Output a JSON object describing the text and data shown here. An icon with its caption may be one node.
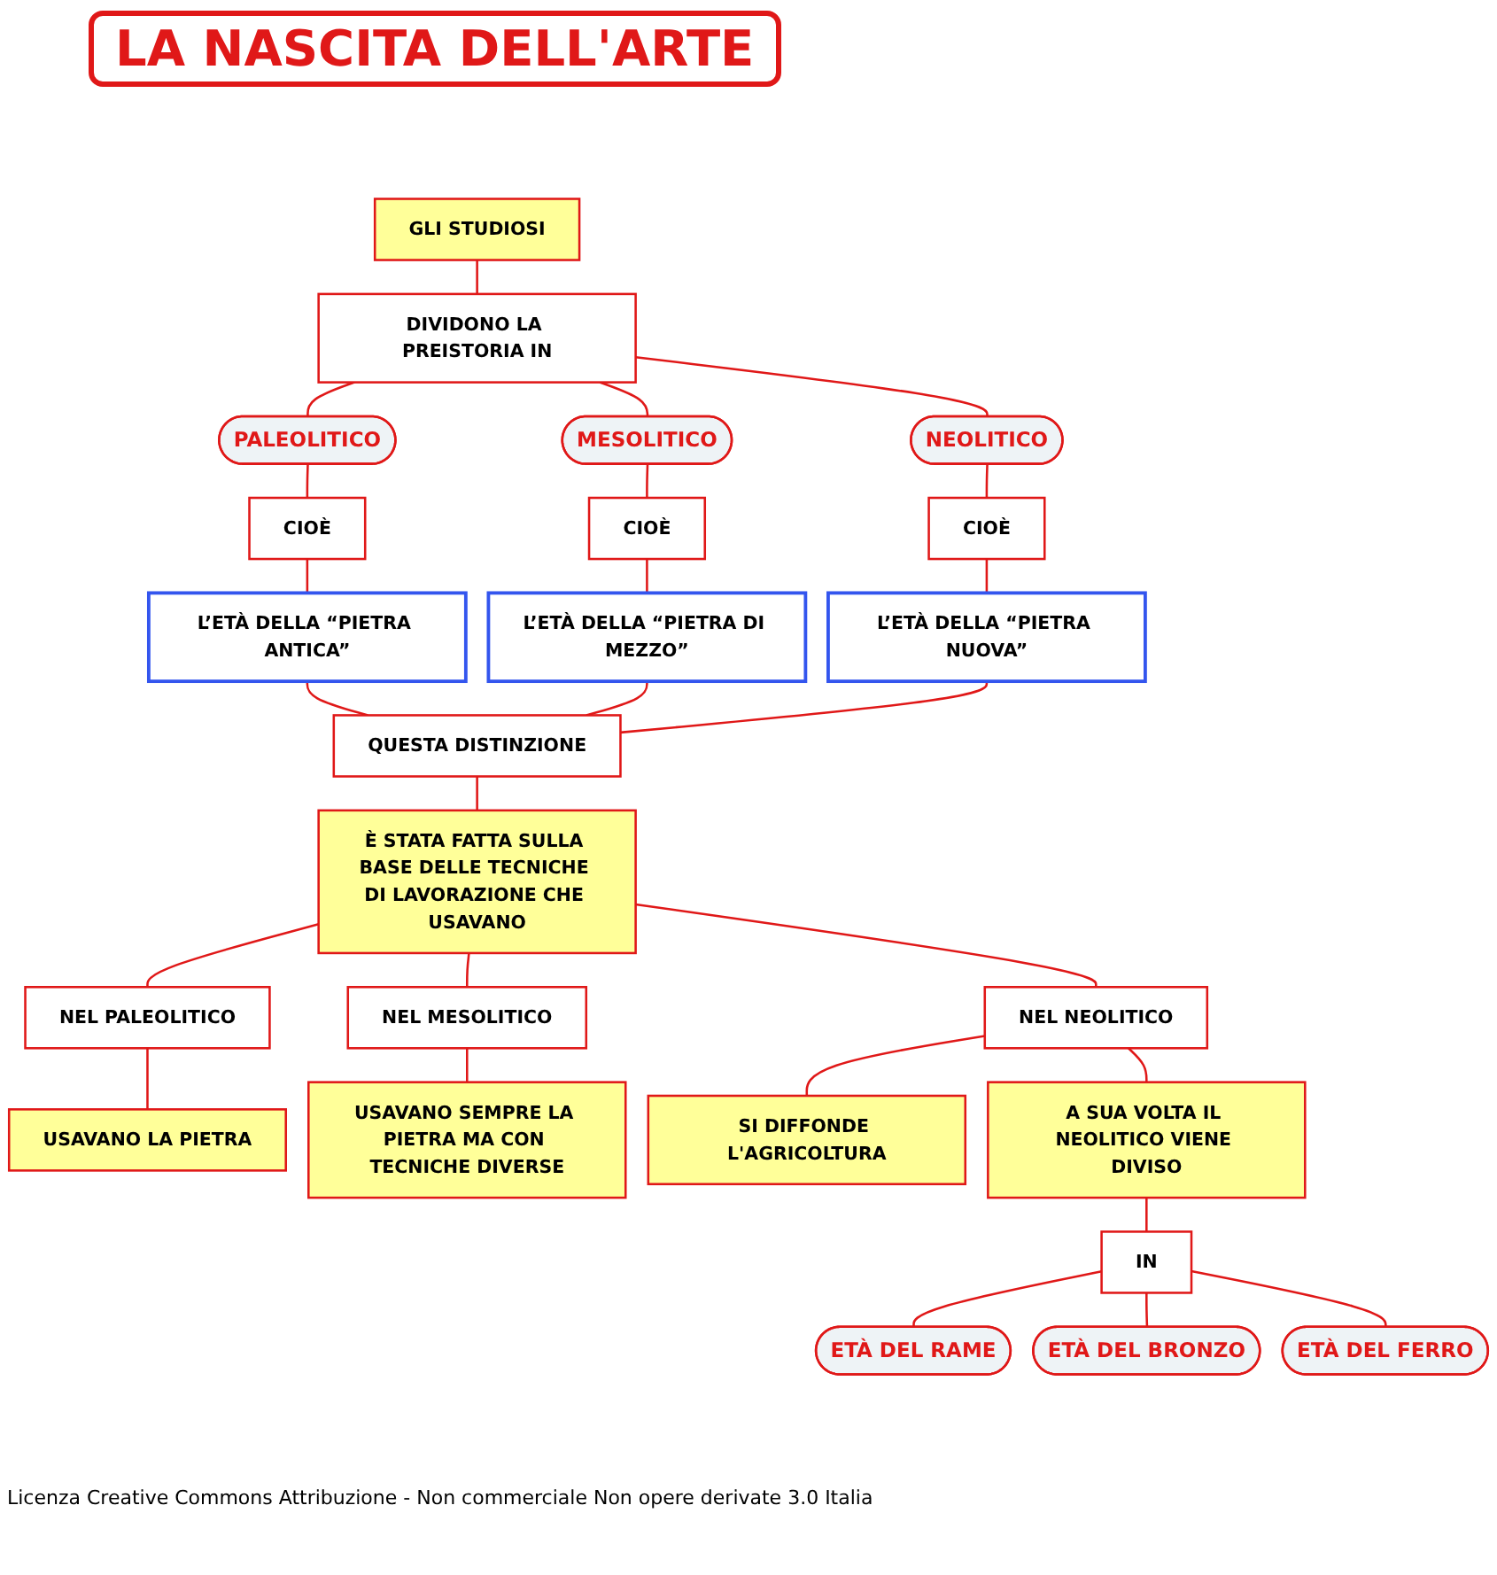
{
  "diagram": {
    "title": "LA NASCITA DELL'ARTE",
    "nodes": [
      {
        "text": [
          "GLI STUDIOSI"
        ]
      },
      {
        "text": [
          "DIVIDONO LA PREISTORIA IN"
        ]
      },
      {
        "text": [
          "PALEOLITICO"
        ]
      },
      {
        "text": [
          "MESOLITICO"
        ]
      },
      {
        "text": [
          "NEOLITICO"
        ]
      },
      {
        "text": [
          "CIOÈ"
        ]
      },
      {
        "text": [
          "CIOÈ"
        ]
      },
      {
        "text": [
          "CIOÈ"
        ]
      },
      {
        "text": [
          "L’ETÀ DELLA “PIETRA ANTICA”"
        ]
      },
      {
        "text": [
          "L’ETÀ DELLA “PIETRA DI MEZZO”"
        ]
      },
      {
        "text": [
          "L’ETÀ DELLA “PIETRA NUOVA”"
        ]
      },
      {
        "text": [
          "QUESTA DISTINZIONE"
        ]
      },
      {
        "text": [
          "È STATA FATTA SULLA BASE DELLE TECNICHE DI LAVORAZIONE CHE USAVANO"
        ]
      },
      {
        "text": [
          "NEL PALEOLITICO"
        ]
      },
      {
        "text": [
          "NEL MESOLITICO"
        ]
      },
      {
        "text": [
          "NEL NEOLITICO"
        ]
      },
      {
        "text": [
          "USAVANO LA PIETRA"
        ]
      },
      {
        "text": [
          "USAVANO SEMPRE LA PIETRA MA CON TECNICHE DIVERSE"
        ]
      },
      {
        "text": [
          "SI DIFFONDE L'AGRICOLTURA"
        ]
      },
      {
        "text": [
          "A SUA VOLTA IL NEOLITICO VIENE DIVISO"
        ]
      },
      {
        "text": [
          "IN"
        ]
      },
      {
        "text": [
          "ETÀ DEL RAME"
        ]
      },
      {
        "text": [
          "ETÀ DEL BRONZO"
        ]
      },
      {
        "text": [
          "ETÀ DEL FERRO"
        ]
      }
    ],
    "edges": [
      {
        "from": 0,
        "to": 1,
        "arrow": "none"
      },
      {
        "from": 1,
        "to": 2,
        "arrow": "none"
      },
      {
        "from": 1,
        "to": 3,
        "arrow": "none"
      },
      {
        "from": 1,
        "to": 4,
        "arrow": "none"
      },
      {
        "from": 2,
        "to": 5,
        "arrow": "none"
      },
      {
        "from": 3,
        "to": 6,
        "arrow": "none"
      },
      {
        "from": 4,
        "to": 7,
        "arrow": "none"
      },
      {
        "from": 5,
        "to": 8,
        "arrow": "none"
      },
      {
        "from": 6,
        "to": 9,
        "arrow": "none"
      },
      {
        "from": 7,
        "to": 10,
        "arrow": "none"
      },
      {
        "from": 8,
        "to": 11,
        "arrow": "none"
      },
      {
        "from": 9,
        "to": 11,
        "arrow": "none"
      },
      {
        "from": 10,
        "to": 11,
        "arrow": "none"
      },
      {
        "from": 11,
        "to": 12,
        "arrow": "none"
      },
      {
        "from": 12,
        "to": 13,
        "arrow": "none"
      },
      {
        "from": 12,
        "to": 14,
        "arrow": "none"
      },
      {
        "from": 12,
        "to": 15,
        "arrow": "none"
      },
      {
        "from": 13,
        "to": 16,
        "arrow": "none"
      },
      {
        "from": 14,
        "to": 17,
        "arrow": "none"
      },
      {
        "from": 15,
        "to": 18,
        "arrow": "none"
      },
      {
        "from": 15,
        "to": 19,
        "arrow": "none"
      },
      {
        "from": 19,
        "to": 20,
        "arrow": "none"
      },
      {
        "from": 20,
        "to": 21,
        "arrow": "none"
      },
      {
        "from": 20,
        "to": 22,
        "arrow": "none"
      },
      {
        "from": 20,
        "to": 23,
        "arrow": "none"
      }
    ],
    "labels": [
      "Licenza Creative Commons Attribuzione - Non commerciale Non opere derivate 3.0 Italia"
    ]
  }
}
